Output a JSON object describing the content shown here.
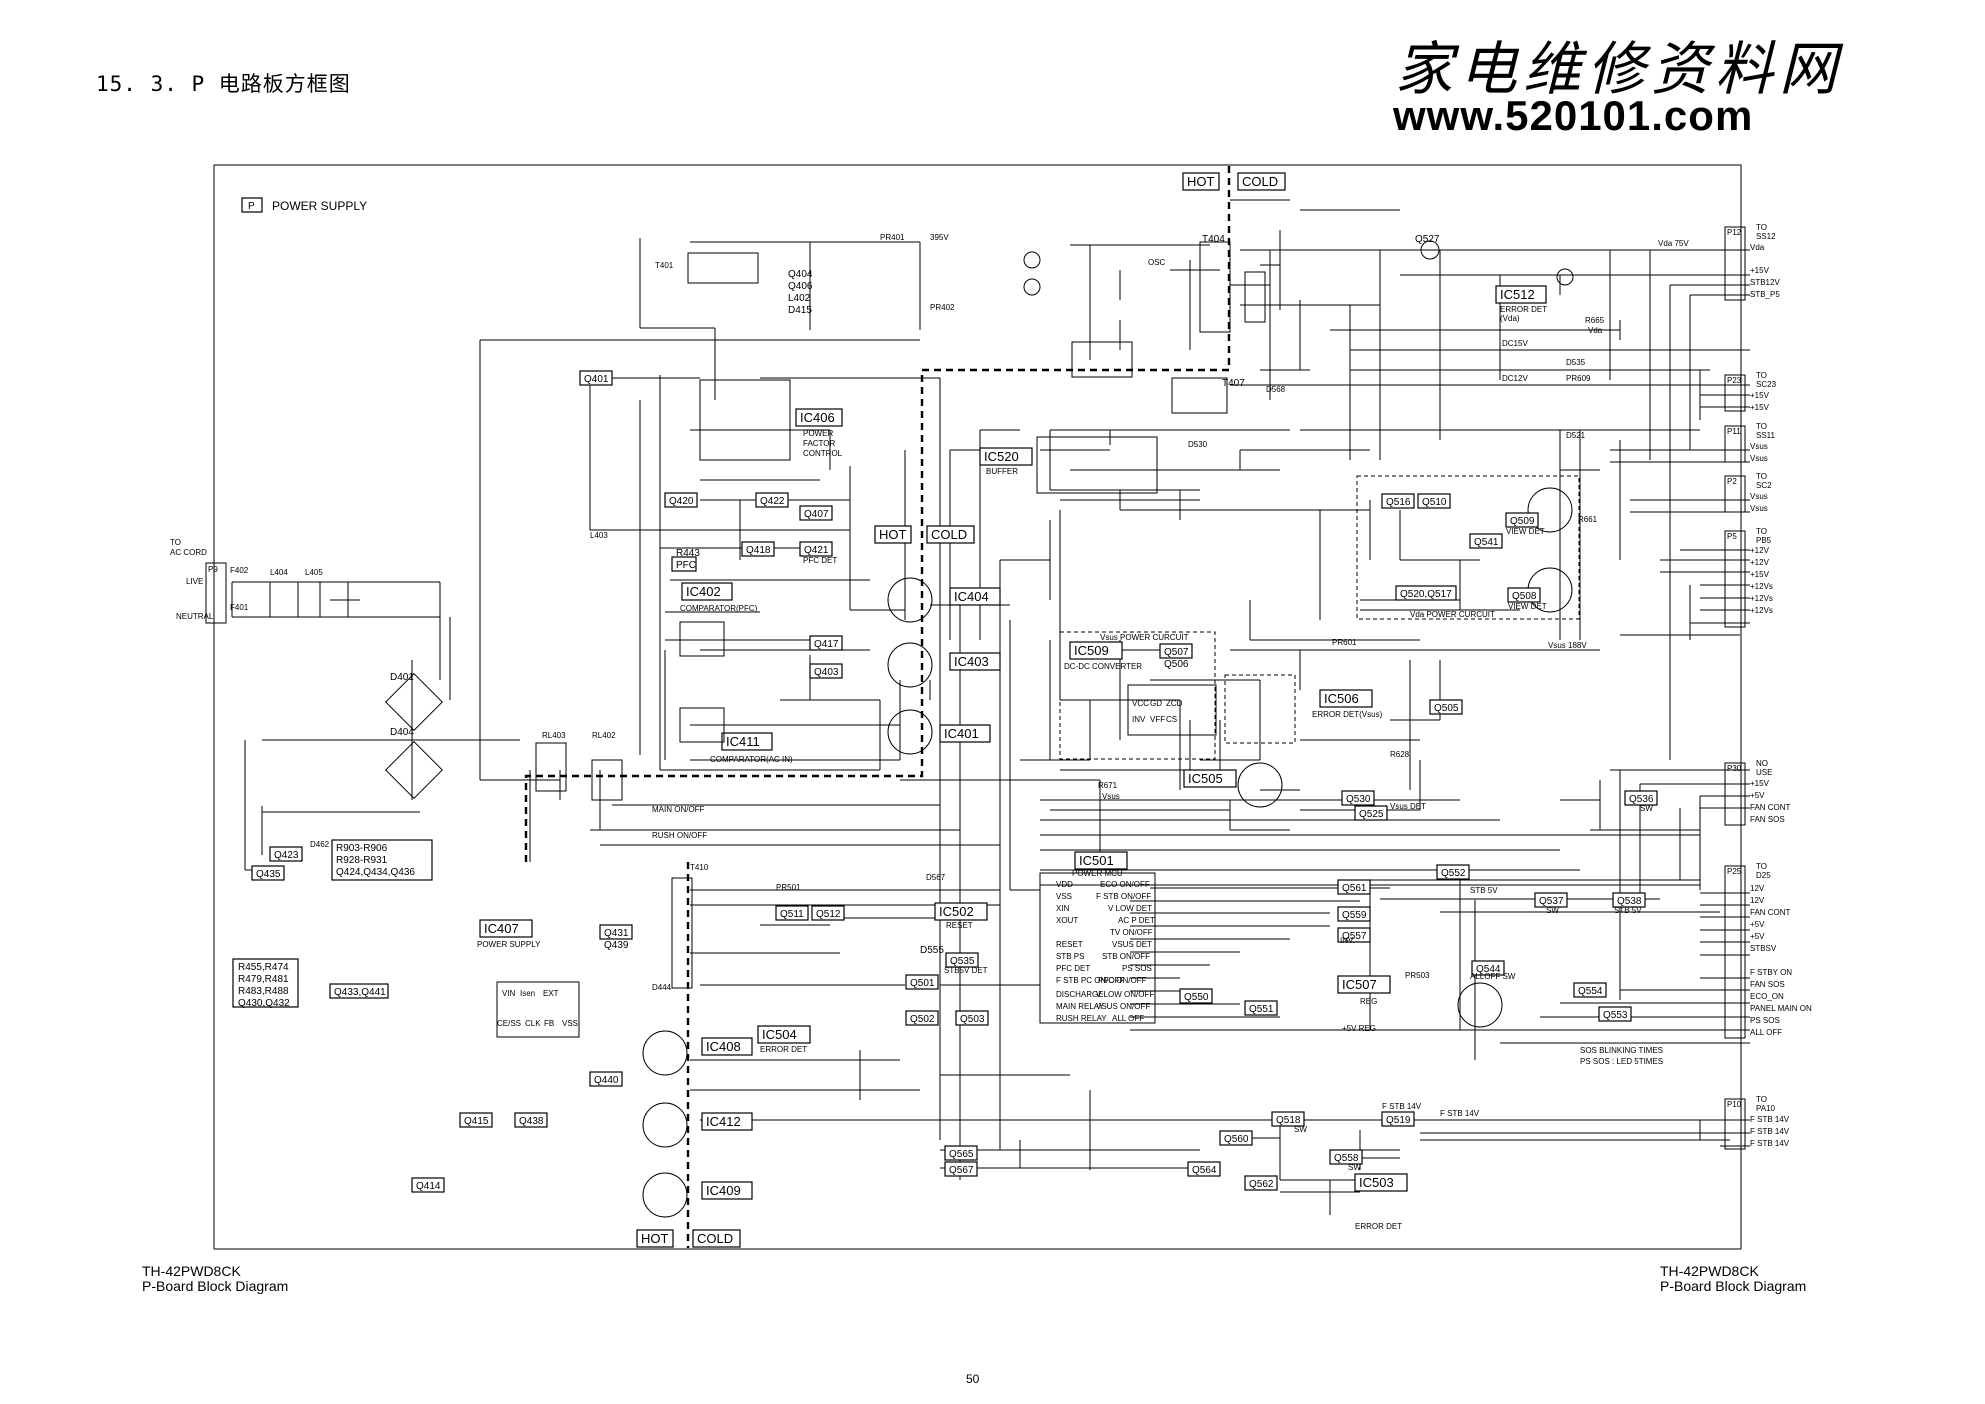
{
  "page": {
    "heading": "15. 3.  P 电路板方框图",
    "watermark_cn": "家电维修资料网",
    "watermark_url": "www.520101.com",
    "caption_left_model": "TH-42PWD8CK",
    "caption_left_title": "P-Board Block Diagram",
    "caption_right_model": "TH-42PWD8CK",
    "caption_right_title": "P-Board Block Diagram",
    "page_number": "50"
  },
  "diagram": {
    "board_badge": "P",
    "board_title": "POWER SUPPLY",
    "hot": "HOT",
    "cold": "COLD",
    "ac_cord": [
      "TO",
      "AC CORD"
    ],
    "p9": "P9",
    "live": "LIVE",
    "neutral": "NEUTRAL",
    "ics": [
      {
        "id": "ic406",
        "name": "IC406",
        "desc": [
          "POWER",
          "FACTOR",
          "CONTROL"
        ]
      },
      {
        "id": "ic402",
        "name": "IC402",
        "desc": [
          "COMPARATOR(PFC)"
        ]
      },
      {
        "id": "ic411",
        "name": "IC411",
        "desc": [
          "COMPARATOR(AC IN)"
        ]
      },
      {
        "id": "ic404",
        "name": "IC404",
        "desc": []
      },
      {
        "id": "ic403",
        "name": "IC403",
        "desc": []
      },
      {
        "id": "ic401",
        "name": "IC401",
        "desc": []
      },
      {
        "id": "ic520",
        "name": "IC520",
        "desc": [
          "BUFFER"
        ]
      },
      {
        "id": "ic512",
        "name": "IC512",
        "desc": [
          "ERROR DET",
          "(Vda)"
        ]
      },
      {
        "id": "ic509",
        "name": "IC509",
        "desc": [
          "DC-DC CONVERTER"
        ]
      },
      {
        "id": "ic506",
        "name": "IC506",
        "desc": [
          "ERROR DET(Vsus)"
        ]
      },
      {
        "id": "ic505",
        "name": "IC505",
        "desc": []
      },
      {
        "id": "ic501",
        "name": "IC501",
        "desc": [
          "POWER MCU"
        ]
      },
      {
        "id": "ic502",
        "name": "IC502",
        "desc": [
          "RESET"
        ]
      },
      {
        "id": "ic507",
        "name": "IC507",
        "desc": [
          "+5V REG"
        ]
      },
      {
        "id": "ic407",
        "name": "IC407",
        "desc": [
          "POWER SUPPLY"
        ]
      },
      {
        "id": "ic504",
        "name": "IC504",
        "desc": [
          "ERROR DET"
        ]
      },
      {
        "id": "ic408",
        "name": "IC408",
        "desc": []
      },
      {
        "id": "ic412",
        "name": "IC412",
        "desc": []
      },
      {
        "id": "ic409",
        "name": "IC409",
        "desc": []
      },
      {
        "id": "ic503",
        "name": "IC503",
        "desc": [
          "ERROR DET"
        ]
      }
    ],
    "boxes": [
      {
        "id": "q401",
        "text": "Q401"
      },
      {
        "id": "q420",
        "text": "Q420"
      },
      {
        "id": "q422",
        "text": "Q422"
      },
      {
        "id": "q407",
        "text": "Q407"
      },
      {
        "id": "q418",
        "text": "Q418"
      },
      {
        "id": "q421",
        "text": "Q421"
      },
      {
        "id": "pfc",
        "text": "PFC"
      },
      {
        "id": "q417",
        "text": "Q417"
      },
      {
        "id": "q403",
        "text": "Q403"
      },
      {
        "id": "q423",
        "text": "Q423"
      },
      {
        "id": "q435",
        "text": "Q435"
      },
      {
        "id": "q431",
        "text": "Q431"
      },
      {
        "id": "q439",
        "text": "Q439"
      },
      {
        "id": "q433",
        "text": "Q433,Q441"
      },
      {
        "id": "q440",
        "text": "Q440"
      },
      {
        "id": "q415",
        "text": "Q415"
      },
      {
        "id": "q438",
        "text": "Q438"
      },
      {
        "id": "q414",
        "text": "Q414"
      },
      {
        "id": "q516",
        "text": "Q516"
      },
      {
        "id": "q510",
        "text": "Q510"
      },
      {
        "id": "q509",
        "text": "Q509"
      },
      {
        "id": "q541",
        "text": "Q541"
      },
      {
        "id": "q520",
        "text": "Q520,Q517"
      },
      {
        "id": "q508",
        "text": "Q508"
      },
      {
        "id": "q507",
        "text": "Q507"
      },
      {
        "id": "q506",
        "text": "Q506"
      },
      {
        "id": "q505",
        "text": "Q505"
      },
      {
        "id": "q530",
        "text": "Q530"
      },
      {
        "id": "q525",
        "text": "Q525"
      },
      {
        "id": "q536",
        "text": "Q536"
      },
      {
        "id": "q552",
        "text": "Q552"
      },
      {
        "id": "q561",
        "text": "Q561"
      },
      {
        "id": "q559",
        "text": "Q559"
      },
      {
        "id": "q557",
        "text": "Q557"
      },
      {
        "id": "q537",
        "text": "Q537"
      },
      {
        "id": "q538",
        "text": "Q538"
      },
      {
        "id": "q511",
        "text": "Q511"
      },
      {
        "id": "q512",
        "text": "Q512"
      },
      {
        "id": "q535",
        "text": "Q535"
      },
      {
        "id": "q501",
        "text": "Q501"
      },
      {
        "id": "q502",
        "text": "Q502"
      },
      {
        "id": "q503",
        "text": "Q503"
      },
      {
        "id": "q550",
        "text": "Q550"
      },
      {
        "id": "q551",
        "text": "Q551"
      },
      {
        "id": "q544",
        "text": "Q544"
      },
      {
        "id": "q554",
        "text": "Q554"
      },
      {
        "id": "q553",
        "text": "Q553"
      },
      {
        "id": "q518",
        "text": "Q518"
      },
      {
        "id": "q519",
        "text": "Q519"
      },
      {
        "id": "q560",
        "text": "Q560"
      },
      {
        "id": "q558",
        "text": "Q558"
      },
      {
        "id": "q565",
        "text": "Q565"
      },
      {
        "id": "q567",
        "text": "Q567"
      },
      {
        "id": "q564",
        "text": "Q564"
      },
      {
        "id": "q562",
        "text": "Q562"
      }
    ],
    "multi_labels": [
      {
        "id": "q404",
        "lines": [
          "Q404",
          "Q406",
          "L402",
          "D415"
        ]
      },
      {
        "id": "r443",
        "lines": [
          "R443"
        ]
      },
      {
        "id": "r903",
        "lines": [
          "R903-R906",
          "R928-R931",
          "Q424,Q434,Q436"
        ]
      },
      {
        "id": "r455",
        "lines": [
          "R455,R474",
          "R479,R481",
          "R483,R488",
          "Q430,Q432"
        ]
      },
      {
        "id": "d401",
        "lines": [
          "D401"
        ]
      },
      {
        "id": "d404",
        "lines": [
          "D404"
        ]
      },
      {
        "id": "q527",
        "lines": [
          "Q527"
        ]
      },
      {
        "id": "t404",
        "lines": [
          "T404"
        ]
      },
      {
        "id": "t407",
        "lines": [
          "T407"
        ]
      },
      {
        "id": "t401",
        "lines": [
          "T401"
        ]
      },
      {
        "id": "t410",
        "lines": [
          "T410"
        ]
      },
      {
        "id": "d555",
        "lines": [
          "D555"
        ]
      }
    ],
    "connectors": [
      {
        "id": "p12",
        "ref": "P12",
        "dest": [
          "TO",
          "SS12"
        ],
        "pins": [
          "Vda",
          "+15V",
          "STB12V",
          "STB_P5"
        ]
      },
      {
        "id": "p23",
        "ref": "P23",
        "dest": [
          "TO",
          "SC23"
        ],
        "pins": [
          "+15V",
          "+15V"
        ]
      },
      {
        "id": "p11",
        "ref": "P11",
        "dest": [
          "TO",
          "SS11"
        ],
        "pins": [
          "Vsus",
          "Vsus"
        ]
      },
      {
        "id": "p2",
        "ref": "P2",
        "dest": [
          "TO",
          "SC2"
        ],
        "pins": [
          "Vsus",
          "Vsus"
        ]
      },
      {
        "id": "p5",
        "ref": "P5",
        "dest": [
          "TO",
          "PB5"
        ],
        "pins": [
          "+12V",
          "+12V",
          "+15V",
          "+12Vs",
          "+12Vs",
          "+12Vs"
        ]
      },
      {
        "id": "p30",
        "ref": "P30",
        "dest": [
          "NO",
          "USE"
        ],
        "pins": [
          "+15V",
          "+5V",
          "FAN CONT",
          "FAN SOS"
        ]
      },
      {
        "id": "p25",
        "ref": "P25",
        "dest": [
          "TO",
          "D25"
        ],
        "pins": [
          "12V",
          "12V",
          "FAN CONT",
          "+5V",
          "+5V",
          "STBSV",
          "F STBY ON",
          "FAN SOS",
          "ECO_ON",
          "PANEL MAIN ON",
          "PS SOS",
          "ALL OFF"
        ]
      },
      {
        "id": "p10",
        "ref": "P10",
        "dest": [
          "TO",
          "PA10"
        ],
        "pins": [
          "F STB 14V",
          "F STB 14V",
          "F STB 14V"
        ]
      }
    ],
    "mcu_left_pins": [
      "VDD",
      "VSS",
      "XIN",
      "XOUT",
      "RESET",
      "STB PS",
      "PFC DET",
      "F STB PC ON/OFF",
      "DISCHARGE",
      "MAIN RELAY",
      "RUSH RELAY"
    ],
    "mcu_right_pins": [
      "ECO ON/OFF",
      "F STB ON/OFF",
      "V LOW DET",
      "AC P DET",
      "TV ON/OFF",
      "VSUS DET",
      "STB ON/OFF",
      "PS SOS",
      "PFC ON/OFF",
      "V LOW ON/OFF",
      "VSUS ON/OFF",
      "ALL OFF"
    ],
    "ic407_pins_top": [
      "VIN",
      "Isen",
      "EXT"
    ],
    "ic407_pins_bottom": [
      "CE/SS",
      "CLK",
      "FB",
      "VSS"
    ],
    "ic509_pins_top": [
      "VCC",
      "GD",
      "ZCD"
    ],
    "ic509_pins_bottom": [
      "INV",
      "VFF",
      "CS"
    ],
    "small_labels": {
      "v395": "395V",
      "vda75": "Vda 75V",
      "dc15v": "DC15V",
      "dc12v": "DC12V",
      "vsus188": "Vsus 188V",
      "vsus_power": "Vsus POWER CURCUIT",
      "view_det1": "VIEW DET",
      "view_det2": "VIEW DET",
      "main_onoff": "MAIN ON/OFF",
      "rush_onoff": "RUSH ON/OFF",
      "pfc_det": "PFC DET",
      "stb5v_det": "STB5V DET",
      "stb5v": "STB 5V",
      "stb5v2": "STB 5V",
      "sw1": "SW",
      "sw2": "SW",
      "sw3": "SW",
      "sw4": "SW",
      "allof_sw": "ALLOFF SW",
      "vsus_det": "Vsus DET",
      "f_stb14": "F STB 14V",
      "f_stb14b": "F STB 14V",
      "inv": "INV.",
      "reg": "REG",
      "osc": "OSC",
      "sos_title": "SOS BLINKING TIMES",
      "sos_line": "PS SOS  :  LED 5TIMES",
      "vdc_power": "Vda POWER CURCUIT",
      "r661": "R661",
      "r665": "R665",
      "r628": "R628",
      "r671": "R671",
      "vda_box": "Vda",
      "vsus_box": "Vsus",
      "pr601": "PR601",
      "pr401": "PR401",
      "pr402": "PR402",
      "pr501": "PR501",
      "pr503": "PR503",
      "f402": "F402",
      "f401": "F401",
      "l404": "L404",
      "l405": "L405",
      "l403": "L403",
      "rl403": "RL403",
      "rl402": "RL402",
      "d462": "D462",
      "d444": "D444",
      "d567": "D567",
      "d530": "D530",
      "d535": "D535",
      "d521": "D521",
      "d568": "D568",
      "pr609": "PR609"
    }
  }
}
